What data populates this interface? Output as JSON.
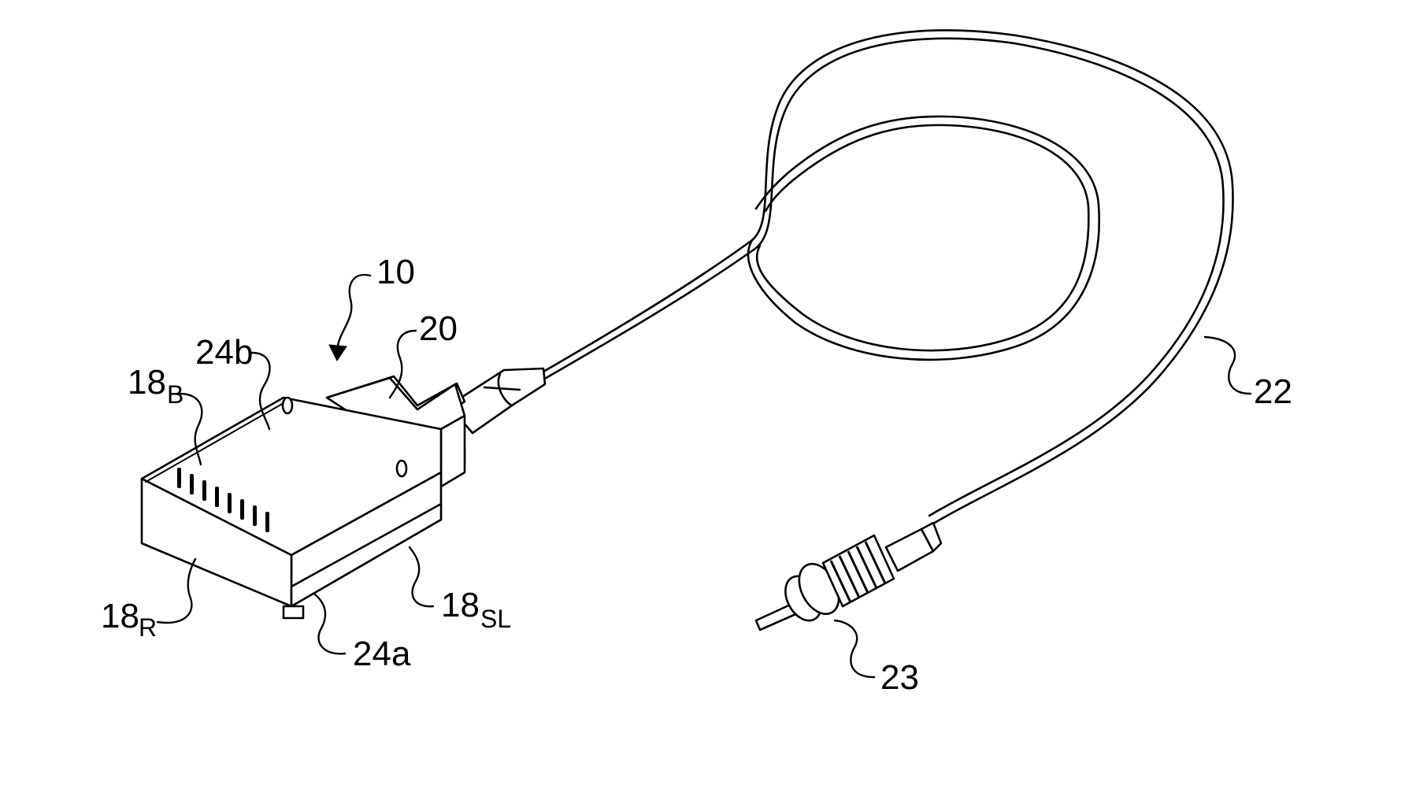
{
  "labels": {
    "device": "10",
    "sleeve": "20",
    "fiber": "22",
    "connector": "23",
    "surface_24a": "24a",
    "surface_24b": "24b",
    "face_18B_main": "18",
    "face_18B_sub": "B",
    "face_18R_main": "18",
    "face_18R_sub": "R",
    "face_18SL_main": "18",
    "face_18SL_sub": "SL"
  }
}
